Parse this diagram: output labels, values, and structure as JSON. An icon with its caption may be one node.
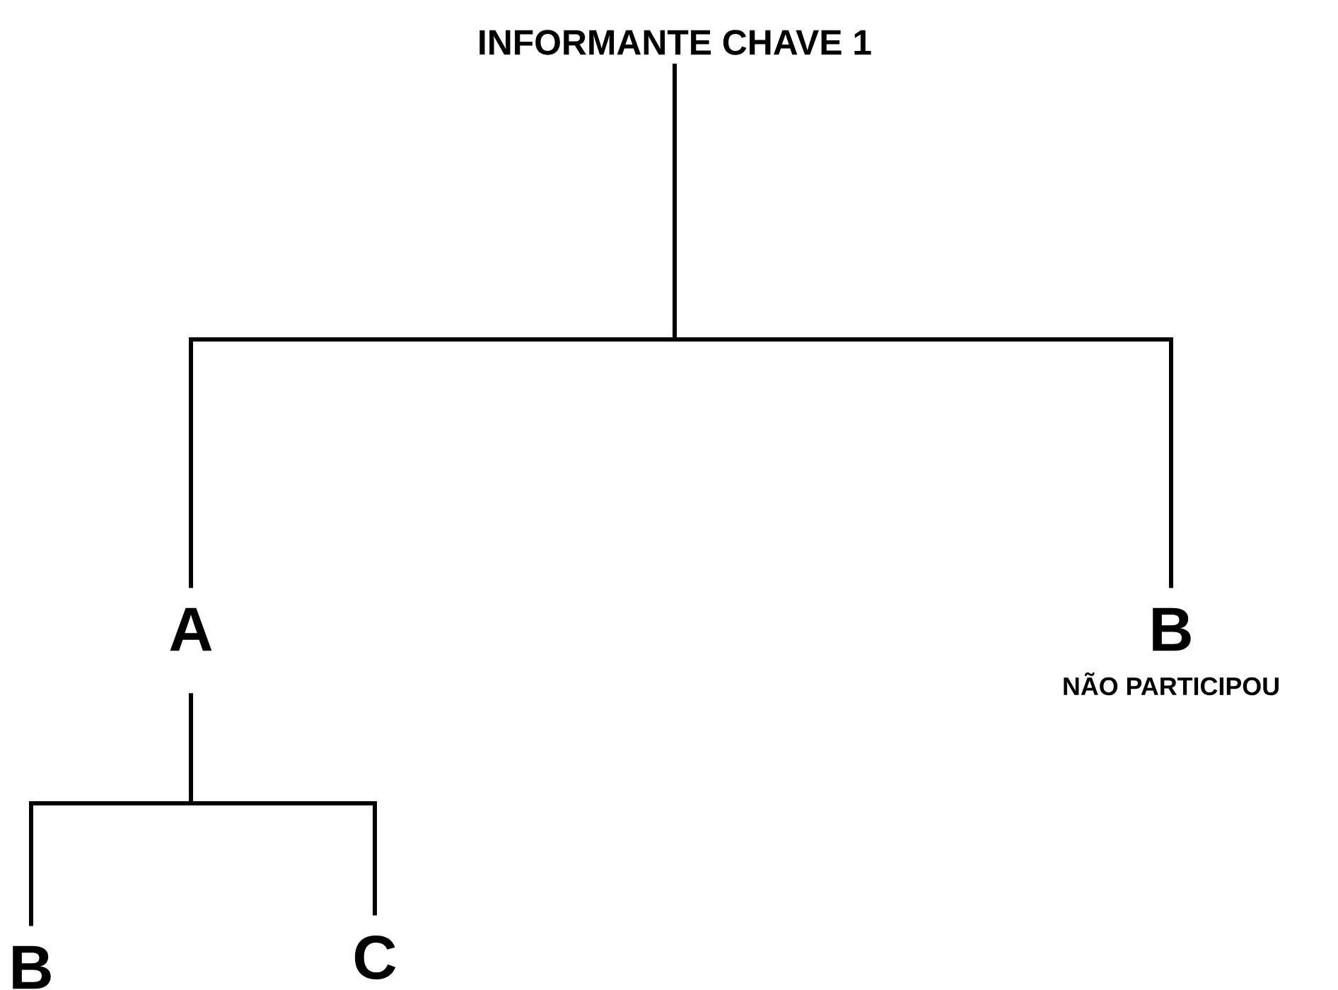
{
  "diagram": {
    "nodes": [
      {
        "text": [
          "INFORMANTE CHAVE 1"
        ]
      },
      {
        "text": [
          "A"
        ]
      },
      {
        "text": [
          "B"
        ],
        "beside": [
          "NÃO PARTICIPOU"
        ]
      },
      {
        "text": [
          "B"
        ]
      },
      {
        "text": [
          "C"
        ]
      }
    ],
    "edges": [
      {
        "from": 0,
        "to": 1,
        "arrow": "none"
      },
      {
        "from": 0,
        "to": 2,
        "arrow": "none"
      },
      {
        "from": 1,
        "to": 3,
        "arrow": "none"
      },
      {
        "from": 1,
        "to": 4,
        "arrow": "none"
      }
    ]
  }
}
